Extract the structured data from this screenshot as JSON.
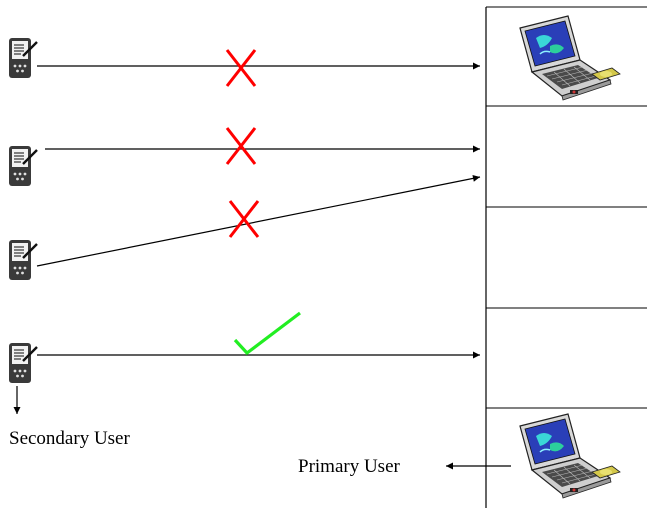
{
  "labels": {
    "secondary_user": "Secondary User",
    "primary_user": "Primary User"
  },
  "colors": {
    "blocked_mark": "#ff0000",
    "allowed_mark": "#22ee22",
    "line": "#000000",
    "device_body": "#3a3a3a"
  },
  "links": [
    {
      "status": "blocked"
    },
    {
      "status": "blocked"
    },
    {
      "status": "blocked"
    },
    {
      "status": "allowed"
    }
  ],
  "icons": {
    "pda": "pda-device-icon",
    "laptop": "laptop-icon",
    "blocked": "cross-mark-icon",
    "allowed": "check-mark-icon"
  }
}
